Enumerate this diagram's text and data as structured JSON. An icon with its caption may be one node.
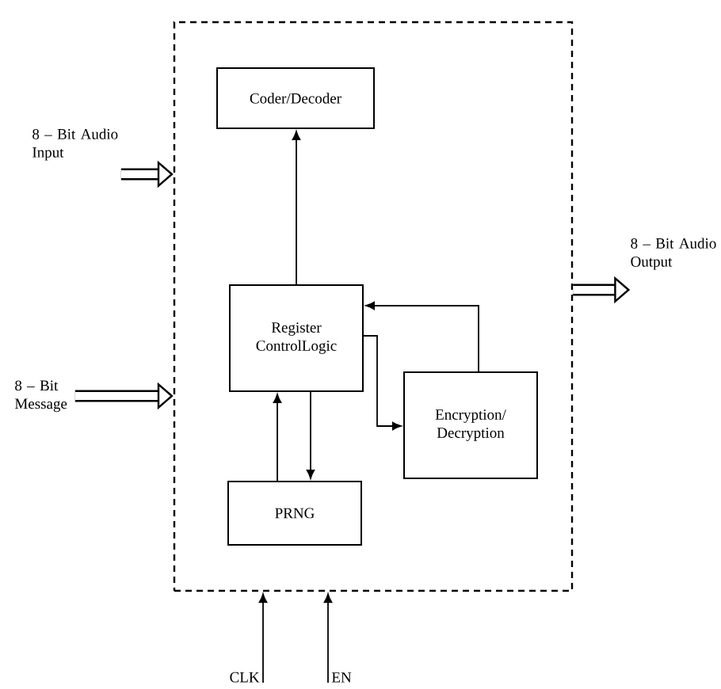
{
  "diagram": {
    "nodes": [
      {
        "text": [],
        "shape": "box"
      },
      {
        "text": [
          "Coder/Decoder"
        ],
        "in": 0
      },
      {
        "text": [
          "Register ControlLogic"
        ],
        "in": 0
      },
      {
        "text": [
          "Encryption/ Decryption"
        ],
        "in": 0
      },
      {
        "text": [
          "PRNG"
        ],
        "in": 0
      },
      {
        "text": [
          "8 – Bit Audio Input"
        ]
      },
      {
        "text": [
          "8 – Bit Message"
        ]
      },
      {
        "text": [
          "8 – Bit Audio Output"
        ]
      },
      {
        "text": [
          "CLK"
        ]
      },
      {
        "text": [
          "EN"
        ]
      }
    ],
    "edges": [
      {
        "from": 2,
        "to": 1,
        "arrow": "to"
      },
      {
        "from": 3,
        "to": 2,
        "arrow": "to"
      },
      {
        "from": 2,
        "to": 3,
        "arrow": "to"
      },
      {
        "from": 4,
        "to": 2,
        "arrow": "to"
      },
      {
        "from": 2,
        "to": 4,
        "arrow": "to"
      },
      {
        "from": 5,
        "to": 0,
        "arrow": "to",
        "style": "thick"
      },
      {
        "from": 6,
        "to": 0,
        "arrow": "to",
        "style": "thick"
      },
      {
        "from": 0,
        "to": 7,
        "arrow": "to",
        "style": "thick"
      },
      {
        "from": 8,
        "to": 0,
        "arrow": "to"
      },
      {
        "from": 9,
        "to": 0,
        "arrow": "to"
      }
    ]
  }
}
